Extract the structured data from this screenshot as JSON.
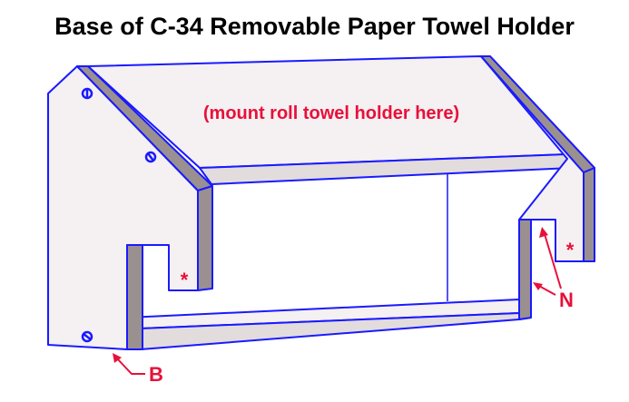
{
  "title": "Base of C-34 Removable Paper Towel Holder",
  "annotation": "(mount roll towel holder here)",
  "labels": {
    "asterisk_left": "*",
    "asterisk_right": "*",
    "n": "N",
    "b": "B"
  },
  "colors": {
    "outline": "#1a1aff",
    "fill": "#f5f0f2",
    "edge": "#9a9090",
    "label": "#e8103a"
  }
}
